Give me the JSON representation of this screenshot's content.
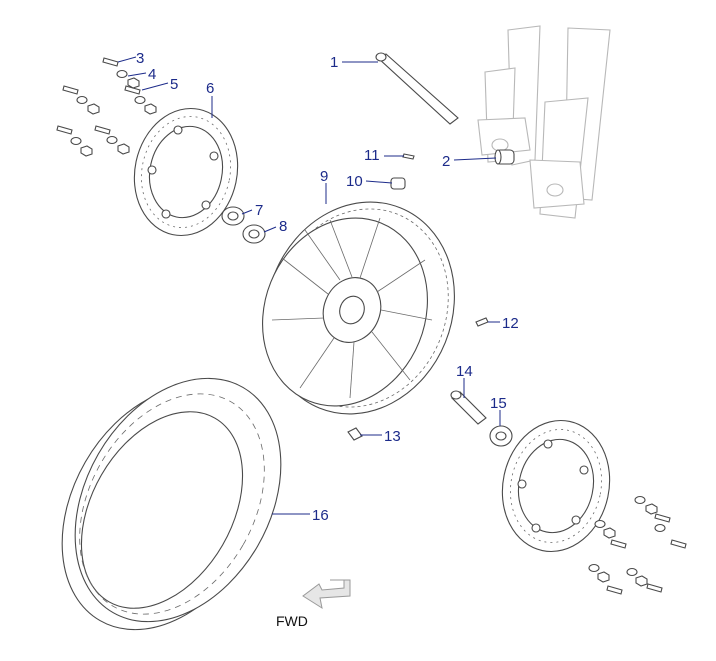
{
  "diagram": {
    "callouts": [
      "1",
      "2",
      "3",
      "4",
      "5",
      "6",
      "7",
      "8",
      "9",
      "10",
      "11",
      "12",
      "13",
      "14",
      "15",
      "16"
    ],
    "fwd_label": "FWD",
    "callout_color": "#1c2b8a",
    "line_color": "#4a4a4a",
    "parts": [
      {
        "callout": "1",
        "icon": "axle-icon"
      },
      {
        "callout": "2",
        "icon": "axle-spacer-icon"
      },
      {
        "callout": "3",
        "icon": "bolt-icon"
      },
      {
        "callout": "4",
        "icon": "washer-icon"
      },
      {
        "callout": "5",
        "icon": "nut-icon"
      },
      {
        "callout": "6",
        "icon": "brake-disc-left-icon"
      },
      {
        "callout": "7",
        "icon": "seal-icon"
      },
      {
        "callout": "8",
        "icon": "bearing-left-icon"
      },
      {
        "callout": "9",
        "icon": "wheel-rim-icon"
      },
      {
        "callout": "10",
        "icon": "tire-valve-icon"
      },
      {
        "callout": "11",
        "icon": "valve-cap-icon"
      },
      {
        "callout": "12",
        "icon": "balance-weight-icon"
      },
      {
        "callout": "13",
        "icon": "valve-stem-icon"
      },
      {
        "callout": "14",
        "icon": "spacer-tube-icon"
      },
      {
        "callout": "15",
        "icon": "bearing-right-icon"
      },
      {
        "callout": "16",
        "icon": "tire-icon"
      }
    ]
  }
}
